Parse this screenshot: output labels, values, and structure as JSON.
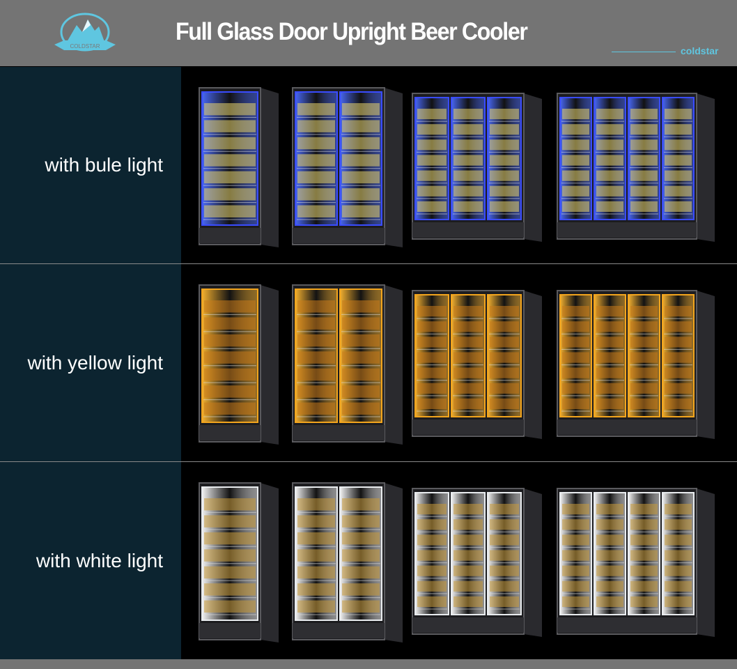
{
  "header": {
    "title": "Full Glass Door Upright Beer Cooler",
    "brand": "coldstar",
    "logo_text": "COLDSTAR"
  },
  "rows": [
    {
      "label": "with bule light",
      "light_color": "#3a4cff",
      "glow_color": "#4a6bff",
      "shelf_color": "#e8d36a"
    },
    {
      "label": "with yellow light",
      "light_color": "#f3a51d",
      "glow_color": "#ffb830",
      "shelf_color": "#c87a1a"
    },
    {
      "label": "with white light",
      "light_color": "#e9ecef",
      "glow_color": "#ffffff",
      "shelf_color": "#c89a3a"
    }
  ],
  "coolers": [
    {
      "name": "1-door-cooler",
      "doors": 1
    },
    {
      "name": "2-door-cooler",
      "doors": 2
    },
    {
      "name": "3-door-cooler",
      "doors": 3
    },
    {
      "name": "4-door-cooler",
      "doors": 4
    }
  ]
}
